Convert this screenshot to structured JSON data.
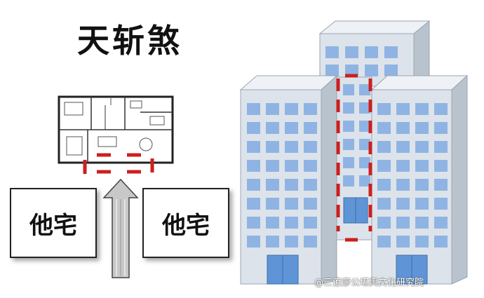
{
  "title": "天斩煞",
  "left_house_label": "他宅",
  "right_house_label": "他宅",
  "watermark": "@三僚廖公堪舆文化研究院",
  "colors": {
    "window": "#8fb4e3",
    "building_front": "#dde3ea",
    "building_side": "#b9c3ce",
    "door": "#5f95d6",
    "danger": "#cc1f1f",
    "arrow": "#c8c8c8"
  }
}
